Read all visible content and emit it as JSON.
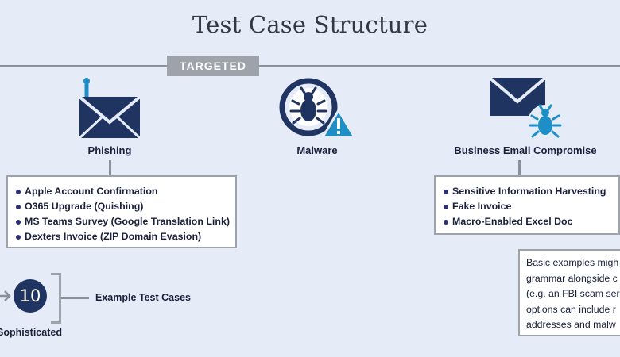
{
  "title": "Test Case Structure",
  "tag": "TARGETED",
  "categories": [
    {
      "label": "Phishing",
      "icon": "phishing-hook-envelope-icon"
    },
    {
      "label": "Malware",
      "icon": "malware-bug-warning-icon"
    },
    {
      "label": "Business Email Compromise",
      "icon": "envelope-bug-icon"
    }
  ],
  "phishing_cases": [
    "Apple Account Confirmation",
    "O365 Upgrade (Quishing)",
    "MS Teams Survey (Google Translation Link)",
    "Dexters Invoice (ZIP Domain Evasion)"
  ],
  "bec_cases": [
    "Sensitive Information Harvesting",
    "Fake Invoice",
    "Macro-Enabled Excel Doc"
  ],
  "note_lines": [
    "Basic examples migh",
    "grammar alongside c",
    "(e.g. an FBI scam ser",
    "options can include r",
    "addresses and malw"
  ],
  "legend": {
    "badge_value": "10",
    "badge_text": "Example Test Cases",
    "level": "Sophisticated"
  },
  "colors": {
    "background": "#e6ebf8",
    "navy": "#1f3461",
    "accent_blue": "#1e8fc6",
    "connector_gray": "#9ea3ab"
  }
}
